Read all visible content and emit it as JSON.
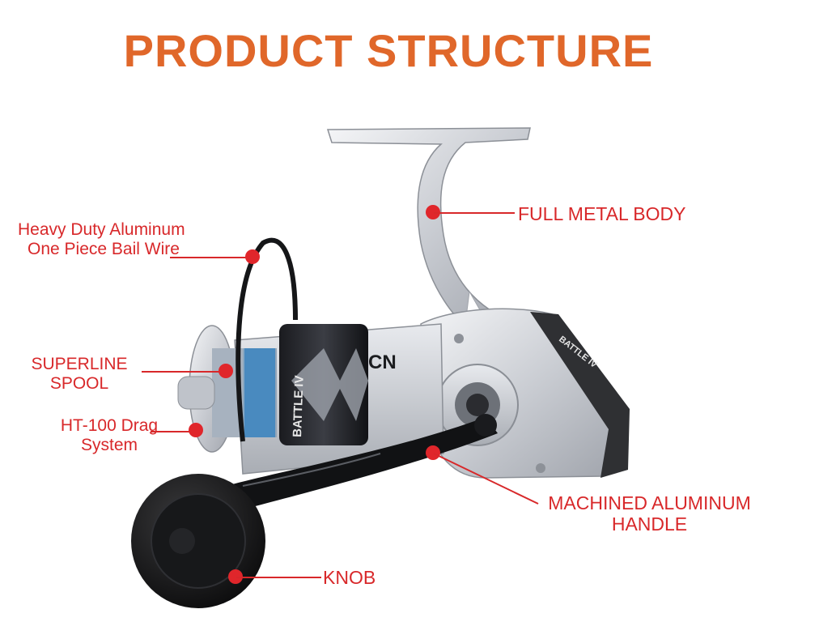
{
  "title": "PRODUCT STRUCTURE",
  "colors": {
    "title": "#e0672a",
    "callout": "#d8282a",
    "dot": "#e0262b"
  },
  "reel_branding": {
    "model": "BATTLE IV",
    "badge": "CN"
  },
  "callouts": {
    "full_metal_body": "FULL METAL BODY",
    "bail_wire": [
      "Heavy Duty Aluminum",
      "One Piece Bail Wire"
    ],
    "superline_spool": [
      "SUPERLINE",
      "SPOOL"
    ],
    "drag_system": [
      "HT-100 Drag",
      "System"
    ],
    "handle": [
      "MACHINED ALUMINUM",
      "HANDLE"
    ],
    "knob": "KNOB"
  }
}
